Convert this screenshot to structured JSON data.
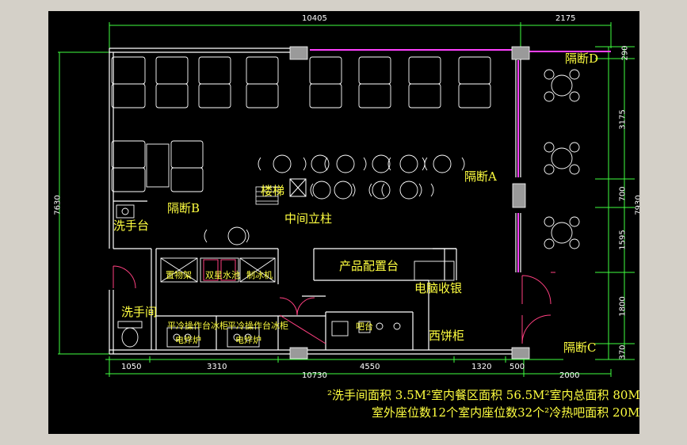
{
  "colors": {
    "background": "#000000",
    "frame": "#d4d0c8",
    "walls": "#ffffff",
    "dimension_lines": "#40ff40",
    "labels": "#ffff40",
    "glass_partition": "#ff40ff",
    "doors": "#ff4080"
  },
  "dimensions": {
    "top_main": "10405",
    "top_right": "2175",
    "right_top": "290",
    "right_a": "3175",
    "right_b": "700",
    "right_c": "1595",
    "right_d": "1800",
    "right_e": "370",
    "right_total": "7930",
    "left_total": "7630",
    "bottom_1": "1050",
    "bottom_2": "3310",
    "bottom_3": "4550",
    "bottom_4": "1320",
    "bottom_5": "500",
    "bottom_total": "10730",
    "bottom_right": "2000"
  },
  "labels": {
    "partition_a": "隔断A",
    "partition_b": "隔断B",
    "partition_c": "隔断C",
    "partition_d": "隔断D",
    "hand_sink": "洗手台",
    "washroom": "洗手间",
    "stair": "楼梯",
    "middle_column": "中间立柱",
    "product_counter": "产品配置台",
    "cashier": "电脑收银",
    "storage_rack": "置物架",
    "double_sink": "双星水池",
    "ice_maker": "制冰机",
    "cold_table_1": "平冷操作台冰柜",
    "cold_table_2": "平冷操作台冰柜",
    "stove_1": "电炸炉",
    "stove_2": "电炸炉",
    "bar": "吧台",
    "west_cabinet": "西饼柜"
  },
  "notes": {
    "line1": "²洗手间面积 3.5M²室内餐区面积 56.5M²室内总面积 80M",
    "line2": "室外座位数12个室内座位数32个²冷热吧面积 20M"
  }
}
